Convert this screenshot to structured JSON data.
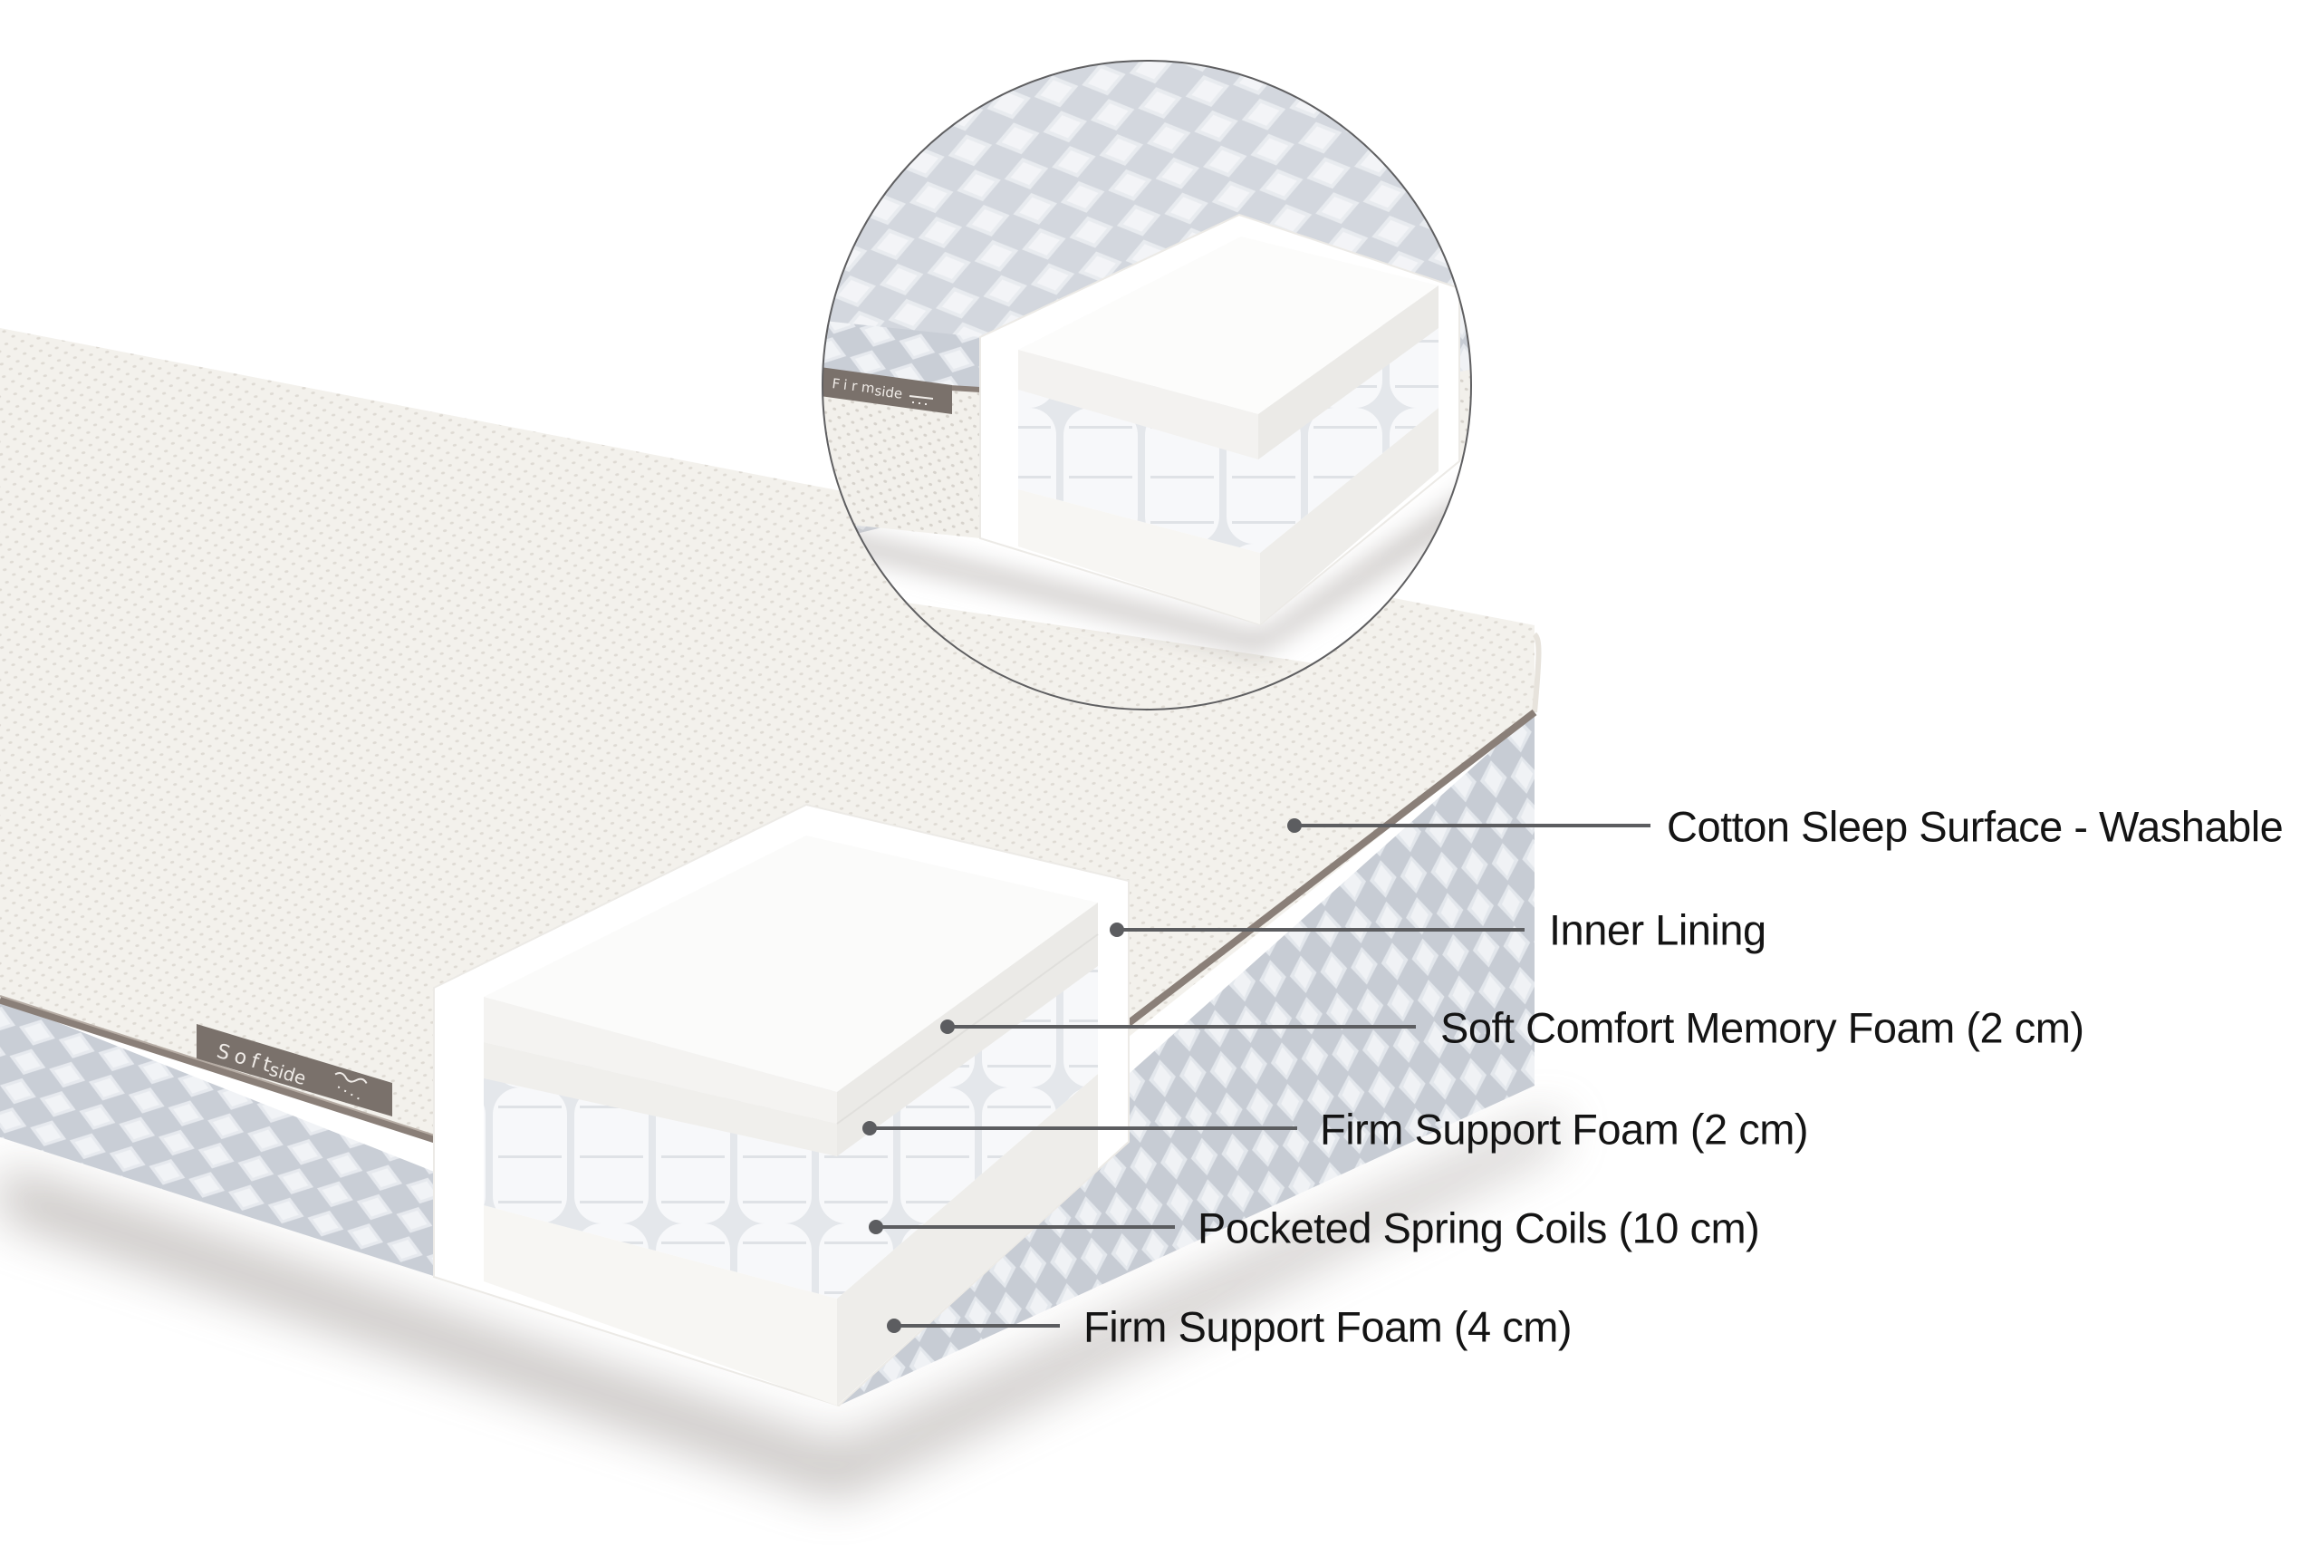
{
  "diagram": {
    "type": "product-cutaway-infographic",
    "subject": "Pocket spring mattress layer construction",
    "colors": {
      "background": "#ffffff",
      "top_fabric": "#f3f1ec",
      "top_fabric_dots": "#dcd8d1",
      "quilted_fabric": "#cfd3da",
      "quilted_highlight": "#eef0f3",
      "zipper": "#8a7f78",
      "tag_bg": "#7a716b",
      "foam": "#fbfbfa",
      "springs": "#eceef1",
      "leader_line": "#5c5d60",
      "label_text": "#141414"
    },
    "mattress_tag": {
      "word1": "Soft",
      "word2": "side",
      "icon": "soft-wave-icon"
    },
    "inset": {
      "tag": {
        "word1": "Firm",
        "word2": "side",
        "icon": "firm-flat-icon"
      }
    },
    "labels": [
      {
        "id": "cotton-sleep-surface",
        "text": "Cotton Sleep Surface - Washable"
      },
      {
        "id": "inner-lining",
        "text": "Inner Lining"
      },
      {
        "id": "soft-comfort-memory-foam",
        "text": "Soft Comfort Memory Foam (2 cm)"
      },
      {
        "id": "firm-support-foam-top",
        "text": "Firm Support Foam (2 cm)"
      },
      {
        "id": "pocketed-spring-coils",
        "text": "Pocketed Spring Coils (10 cm)"
      },
      {
        "id": "firm-support-foam-base",
        "text": "Firm Support Foam (4 cm)"
      }
    ]
  }
}
